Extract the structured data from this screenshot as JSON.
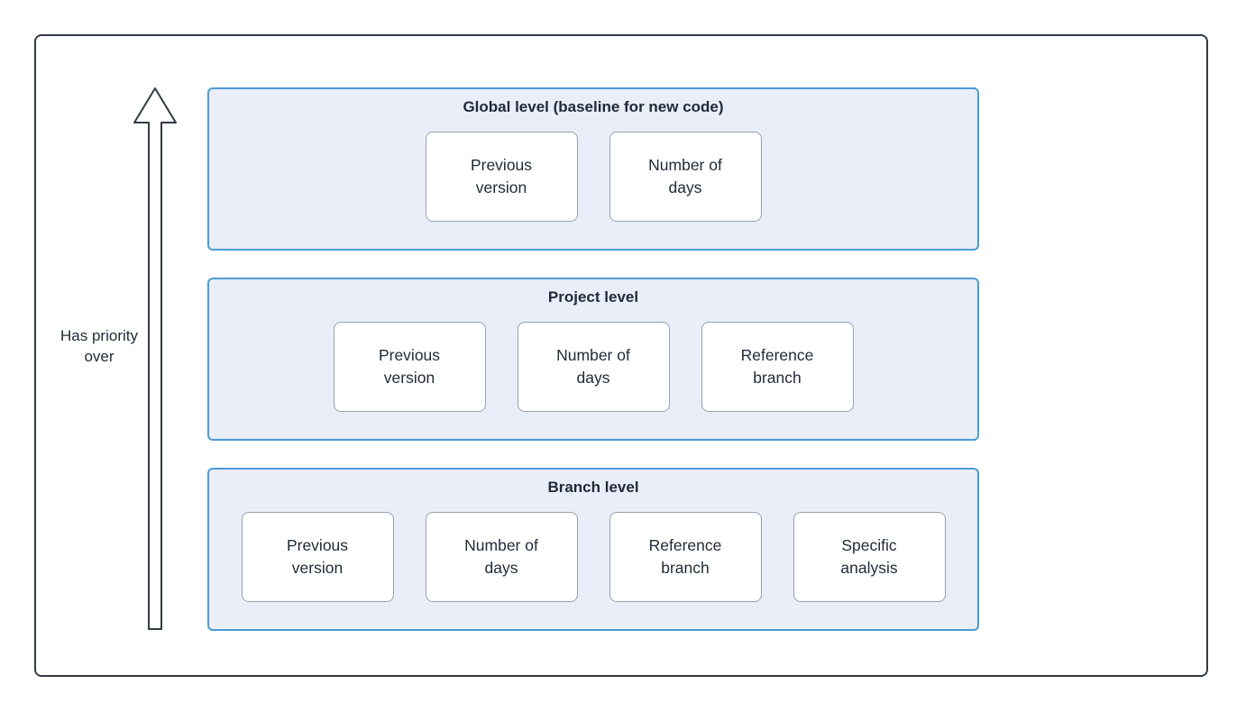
{
  "diagram": {
    "priority_label": "Has priority over",
    "levels": [
      {
        "title": "Global level (baseline for new code)",
        "boxes": [
          "Previous version",
          "Number of days"
        ]
      },
      {
        "title": "Project level",
        "boxes": [
          "Previous version",
          "Number of days",
          "Reference branch"
        ]
      },
      {
        "title": "Branch level",
        "boxes": [
          "Previous version",
          "Number of days",
          "Reference branch",
          "Specific analysis"
        ]
      }
    ],
    "colors": {
      "panel_background": "#e9eef9",
      "panel_border": "#4b9bd5",
      "box_background": "#ffffff",
      "box_border": "#99a2ad",
      "text": "#1f2a37",
      "outer_border": "#323a45"
    }
  }
}
